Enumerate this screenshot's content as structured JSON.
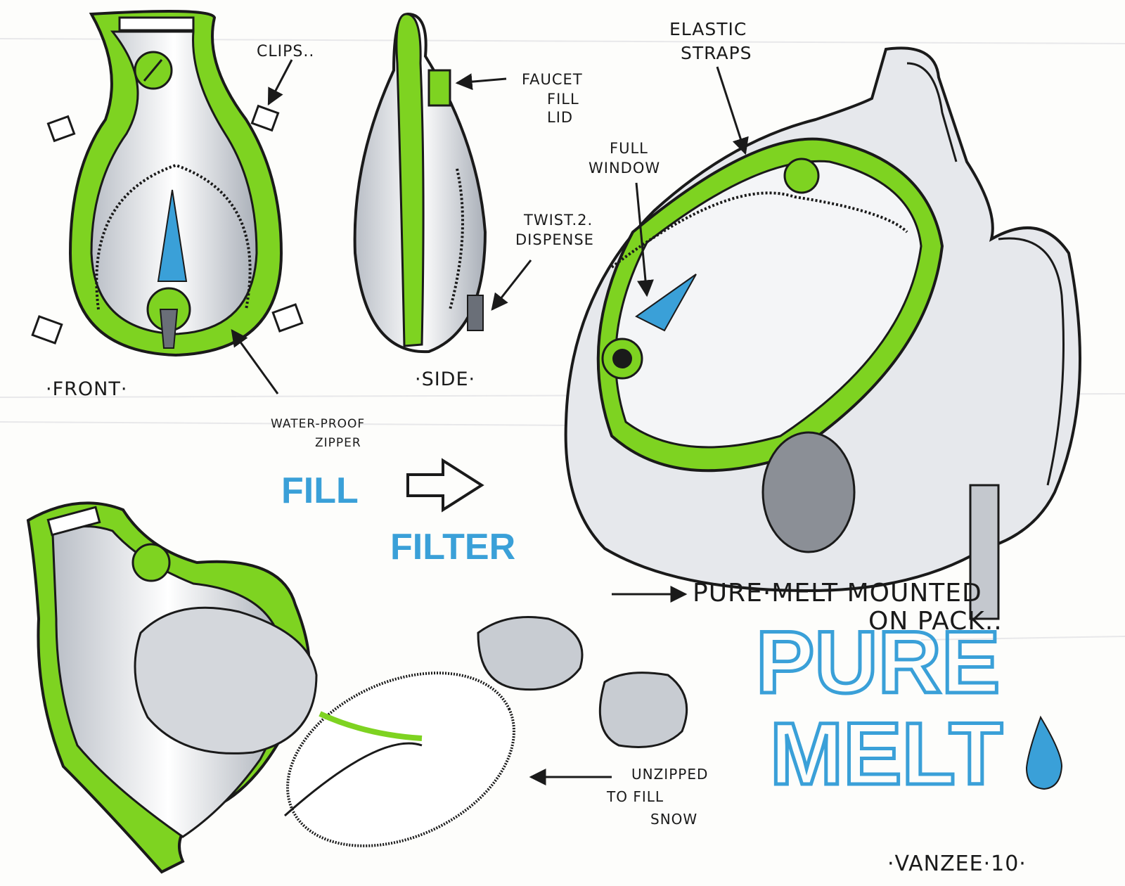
{
  "labels": {
    "clips": "CLIPS..",
    "faucet_fill_lid": [
      "FAUCET",
      "FILL",
      "LID"
    ],
    "elastic_straps": [
      "ELASTIC",
      "STRAPS"
    ],
    "full_window": [
      "FULL",
      "WINDOW"
    ],
    "twist_dispense": [
      "TWIST.2.",
      "DISPENSE"
    ],
    "front": "·FRONT·",
    "side": "·SIDE·",
    "waterproof_zipper": [
      "WATER-PROOF",
      "ZIPPER"
    ],
    "fill": "FILL",
    "filter": "FILTER",
    "mounted_on_pack": [
      "PURE·MELT MOUNTED",
      "ON PACK.."
    ],
    "brand": [
      "PURE",
      "MELT"
    ],
    "unzipped": [
      "UNZIPPED",
      "TO FILL",
      "SNOW"
    ],
    "signature": "·VANZEE·10·"
  },
  "colors": {
    "accent_green": "#7ed321",
    "ink": "#1a1a1a",
    "water_blue": "#3aa0d8",
    "shadow_gray": "#9aa0aa",
    "light_gray": "#d8dbe0"
  }
}
